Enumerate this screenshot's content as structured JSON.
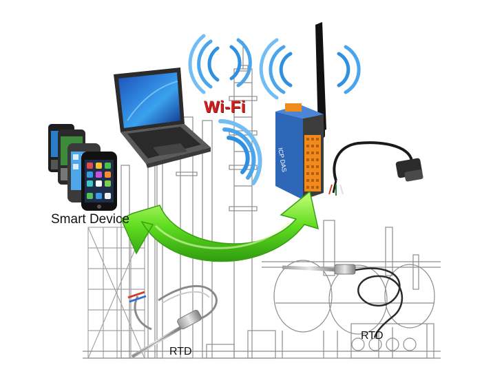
{
  "labels": {
    "wifi": "Wi-Fi",
    "smart_device": "Smart Device",
    "rtd_left": "RTD",
    "rtd_right": "RTD"
  },
  "colors": {
    "wifi_text": "#d21f1f",
    "wifi_waves": "#2f8fe0",
    "arrow_green": "#4fd11c",
    "module_blue": "#3a76c9",
    "terminal_orange": "#f08a1c",
    "sketch_gray": "#8c8c8c"
  },
  "icons": [
    "laptop-icon",
    "smartphone-icon",
    "wifi-waves-icon",
    "antenna-icon",
    "cable-icon",
    "rtd-probe-icon",
    "refinery-sketch"
  ]
}
